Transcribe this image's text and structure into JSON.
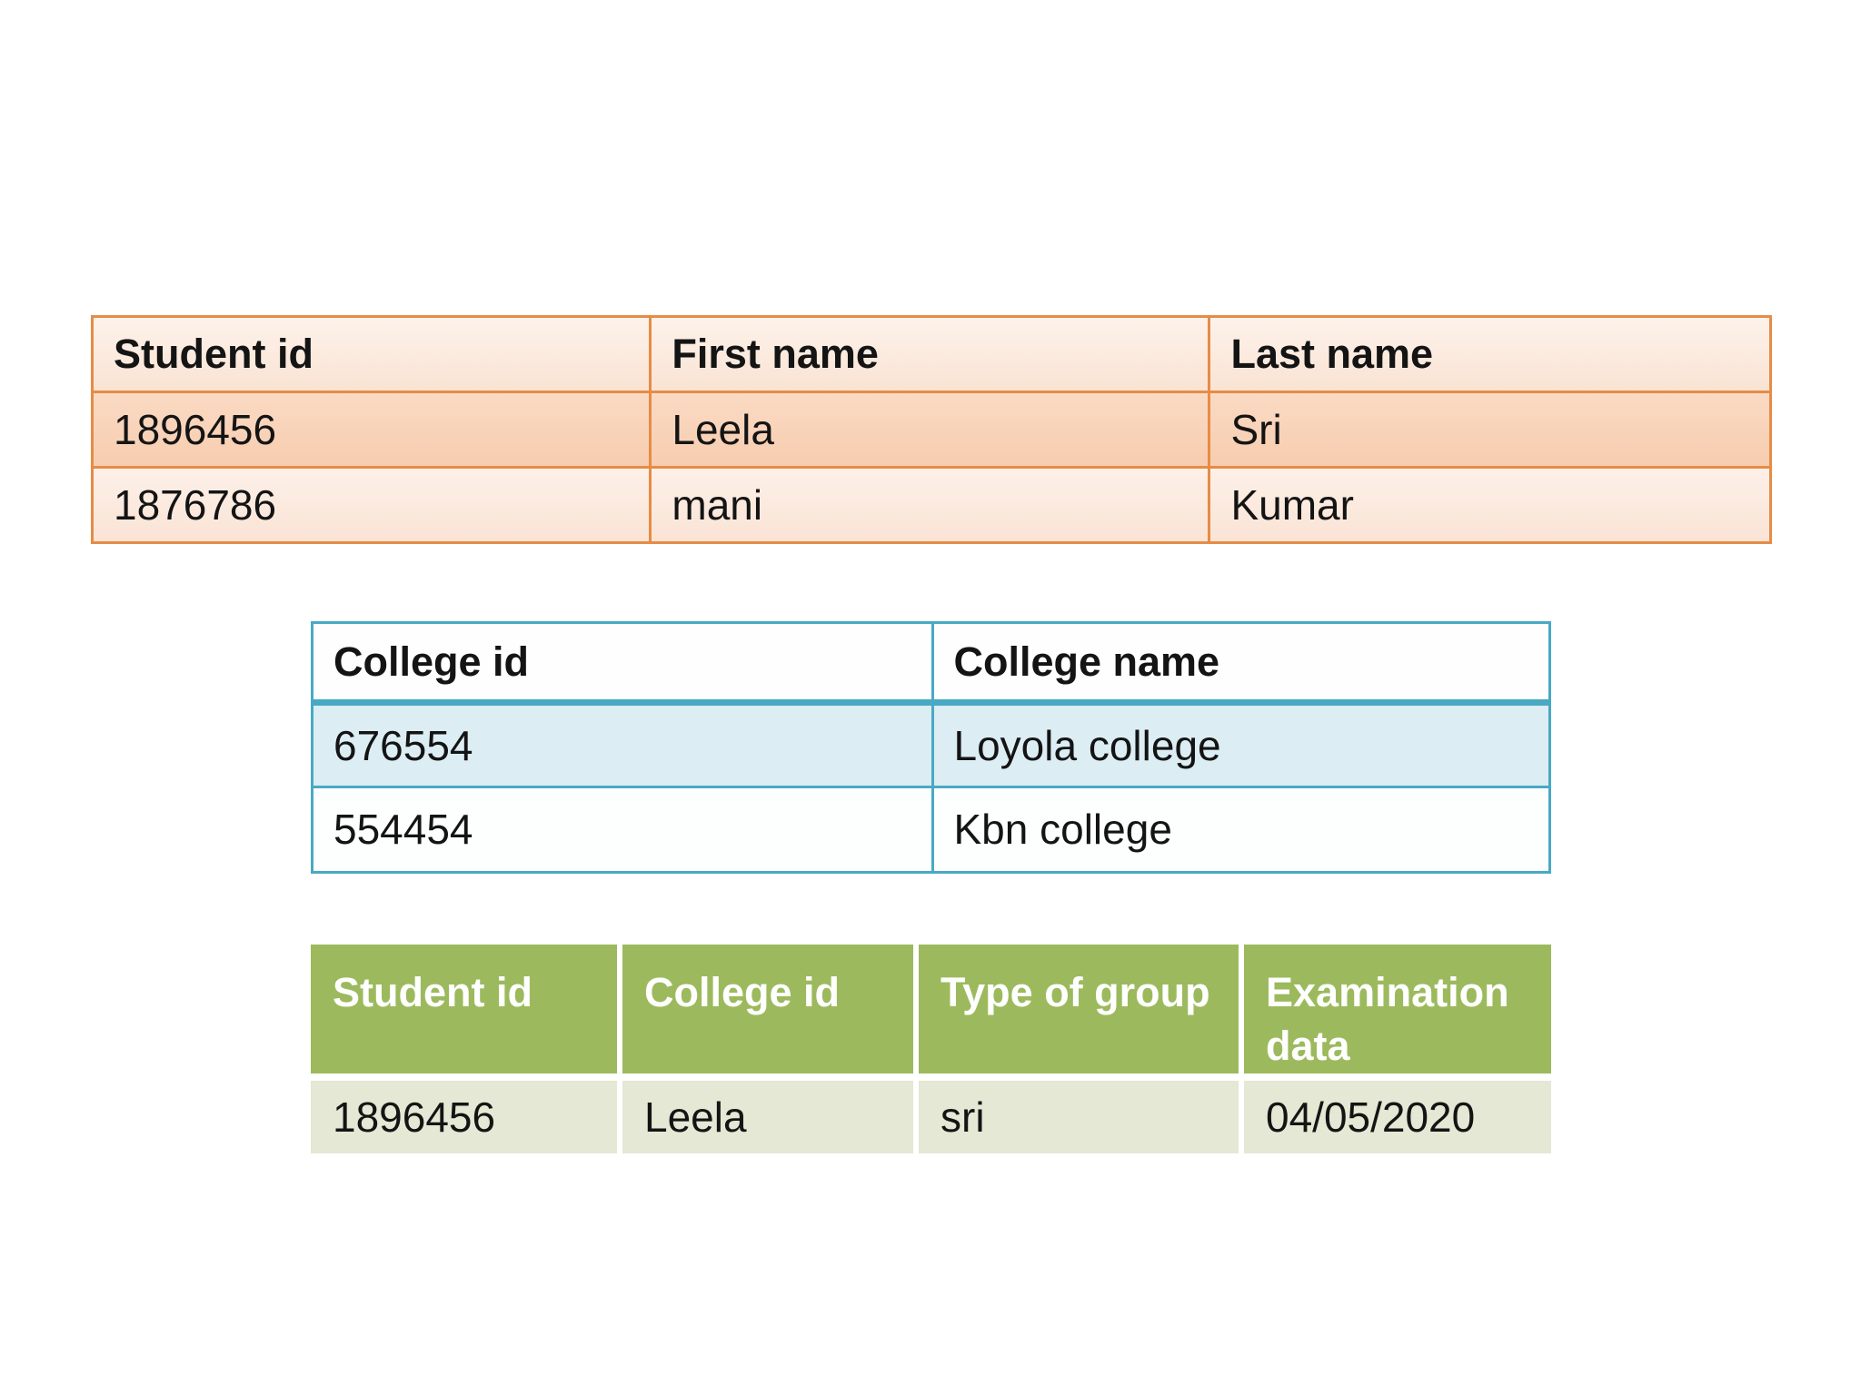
{
  "page": {
    "background": "#ffffff"
  },
  "student_table": {
    "headers": [
      "Student id",
      "First name",
      "Last name"
    ],
    "rows": [
      [
        "1896456",
        "Leela",
        "Sri"
      ],
      [
        "1876786",
        "mani",
        "Kumar"
      ]
    ],
    "colors": {
      "border": "#E68C46",
      "header_bg": "#FCEDE3",
      "row1_bg": "#F8D3B9",
      "row2_bg": "#FCEBE0",
      "text": "#141414"
    }
  },
  "college_table": {
    "headers": [
      "College id",
      "College name"
    ],
    "rows": [
      [
        "676554",
        "Loyola college"
      ],
      [
        "554454",
        "Kbn college"
      ]
    ],
    "colors": {
      "border": "#49A9C4",
      "header_bg": "#FFFFFF",
      "row1_bg": "#DCEDF4",
      "row2_bg": "#FFFFFF",
      "text": "#141414"
    }
  },
  "student_college_table": {
    "headers": [
      "Student id",
      "College id",
      "Type of group",
      "Examination data"
    ],
    "rows": [
      [
        "1896456",
        "Leela",
        "sri",
        "04/05/2020"
      ]
    ],
    "colors": {
      "header_bg": "#9CBA5D",
      "header_text": "#FFFFFF",
      "row_bg": "#E4E8D4",
      "text": "#141414"
    }
  }
}
